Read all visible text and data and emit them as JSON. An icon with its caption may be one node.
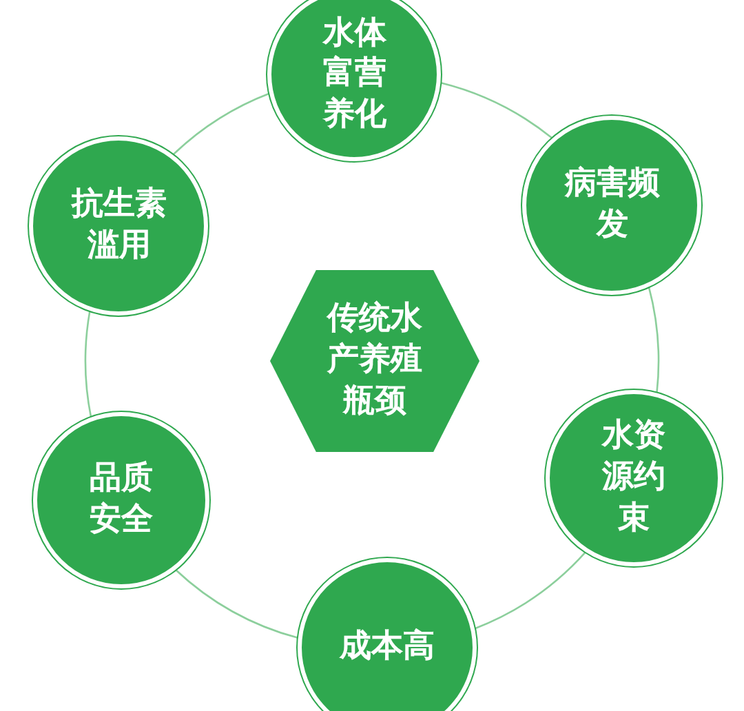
{
  "diagram": {
    "nodes": [
      {
        "text": [
          "传统水产养殖瓶颈"
        ]
      },
      {
        "text": [
          "水体富营养化"
        ]
      },
      {
        "text": [
          "病害频发"
        ]
      },
      {
        "text": [
          "水资源约束"
        ]
      },
      {
        "text": [
          "成本高"
        ]
      },
      {
        "text": [
          "品质安全"
        ]
      },
      {
        "text": [
          "抗生素滥用"
        ]
      }
    ],
    "edges": [
      {
        "from": 1,
        "to": 2,
        "arrow": "none"
      },
      {
        "from": 2,
        "to": 3,
        "arrow": "none"
      },
      {
        "from": 3,
        "to": 4,
        "arrow": "none"
      },
      {
        "from": 4,
        "to": 5,
        "arrow": "none"
      },
      {
        "from": 5,
        "to": 6,
        "arrow": "none"
      },
      {
        "from": 6,
        "to": 1,
        "arrow": "none"
      }
    ]
  }
}
